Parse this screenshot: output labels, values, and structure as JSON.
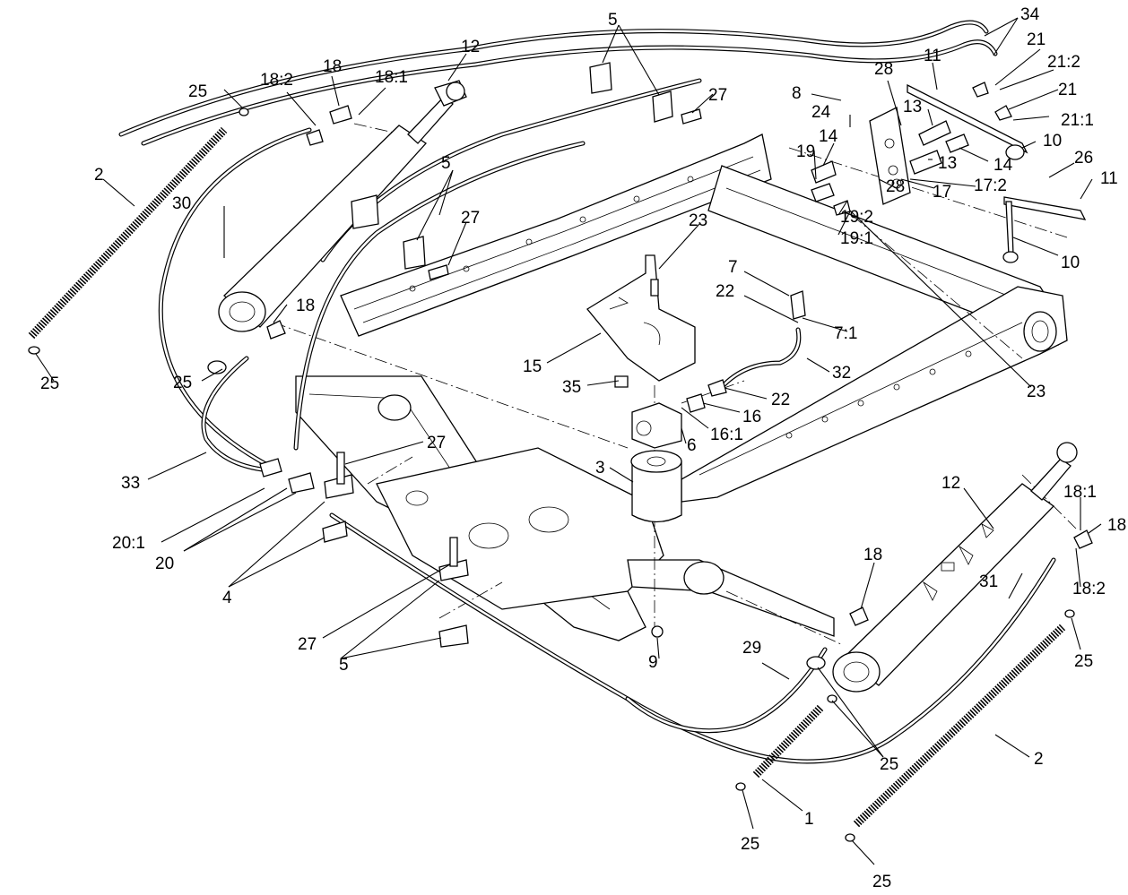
{
  "callouts": [
    {
      "id": "c-34",
      "text": "34"
    },
    {
      "id": "c-5a",
      "text": "5"
    },
    {
      "id": "c-12a",
      "text": "12"
    },
    {
      "id": "c-18a",
      "text": "18"
    },
    {
      "id": "c-18-2a",
      "text": "18:2"
    },
    {
      "id": "c-18-1a",
      "text": "18:1"
    },
    {
      "id": "c-25a",
      "text": "25"
    },
    {
      "id": "c-27a",
      "text": "27"
    },
    {
      "id": "c-8",
      "text": "8"
    },
    {
      "id": "c-28a",
      "text": "28"
    },
    {
      "id": "c-11a",
      "text": "11"
    },
    {
      "id": "c-21a",
      "text": "21"
    },
    {
      "id": "c-21-2",
      "text": "21:2"
    },
    {
      "id": "c-21b",
      "text": "21"
    },
    {
      "id": "c-21-1",
      "text": "21:1"
    },
    {
      "id": "c-2a",
      "text": "2"
    },
    {
      "id": "c-24",
      "text": "24"
    },
    {
      "id": "c-13a",
      "text": "13"
    },
    {
      "id": "c-10a",
      "text": "10"
    },
    {
      "id": "c-5b",
      "text": "5"
    },
    {
      "id": "c-14a",
      "text": "14"
    },
    {
      "id": "c-19",
      "text": "19"
    },
    {
      "id": "c-14b",
      "text": "14"
    },
    {
      "id": "c-26",
      "text": "26"
    },
    {
      "id": "c-13b",
      "text": "13"
    },
    {
      "id": "c-11b",
      "text": "11"
    },
    {
      "id": "c-30",
      "text": "30"
    },
    {
      "id": "c-28b",
      "text": "28"
    },
    {
      "id": "c-17",
      "text": "17"
    },
    {
      "id": "c-17-2",
      "text": "17:2"
    },
    {
      "id": "c-27b",
      "text": "27"
    },
    {
      "id": "c-23a",
      "text": "23"
    },
    {
      "id": "c-19-2",
      "text": "19:2"
    },
    {
      "id": "c-10b",
      "text": "10"
    },
    {
      "id": "c-19-1",
      "text": "19:1"
    },
    {
      "id": "c-7",
      "text": "7"
    },
    {
      "id": "c-22a",
      "text": "22"
    },
    {
      "id": "c-18b",
      "text": "18"
    },
    {
      "id": "c-7-1",
      "text": "7:1"
    },
    {
      "id": "c-15",
      "text": "15"
    },
    {
      "id": "c-25b",
      "text": "25"
    },
    {
      "id": "c-25c",
      "text": "25"
    },
    {
      "id": "c-32",
      "text": "32"
    },
    {
      "id": "c-35",
      "text": "35"
    },
    {
      "id": "c-22b",
      "text": "22"
    },
    {
      "id": "c-23b",
      "text": "23"
    },
    {
      "id": "c-16",
      "text": "16"
    },
    {
      "id": "c-16-1",
      "text": "16:1"
    },
    {
      "id": "c-6",
      "text": "6"
    },
    {
      "id": "c-27c",
      "text": "27"
    },
    {
      "id": "c-33",
      "text": "33"
    },
    {
      "id": "c-3",
      "text": "3"
    },
    {
      "id": "c-12b",
      "text": "12"
    },
    {
      "id": "c-18-1b",
      "text": "18:1"
    },
    {
      "id": "c-18c",
      "text": "18"
    },
    {
      "id": "c-20-1",
      "text": "20:1"
    },
    {
      "id": "c-20",
      "text": "20"
    },
    {
      "id": "c-18d",
      "text": "18"
    },
    {
      "id": "c-18-2b",
      "text": "18:2"
    },
    {
      "id": "c-4",
      "text": "4"
    },
    {
      "id": "c-31",
      "text": "31"
    },
    {
      "id": "c-27d",
      "text": "27"
    },
    {
      "id": "c-5c",
      "text": "5"
    },
    {
      "id": "c-9",
      "text": "9"
    },
    {
      "id": "c-29",
      "text": "29"
    },
    {
      "id": "c-25d",
      "text": "25"
    },
    {
      "id": "c-25e",
      "text": "25"
    },
    {
      "id": "c-2b",
      "text": "2"
    },
    {
      "id": "c-1",
      "text": "1"
    },
    {
      "id": "c-25f",
      "text": "25"
    },
    {
      "id": "c-25g",
      "text": "25"
    }
  ]
}
